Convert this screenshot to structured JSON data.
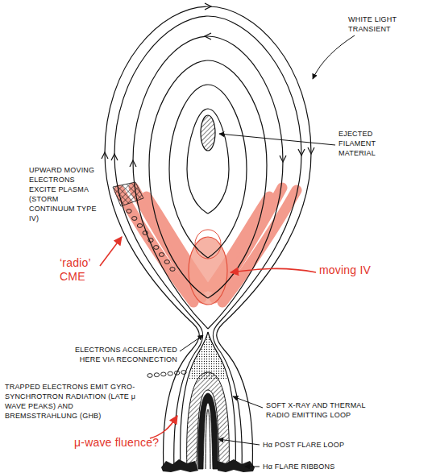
{
  "diagram": {
    "labels": [
      "WHITE LIGHT TRANSIENT",
      "EJECTED FILAMENT MATERIAL",
      "UPWARD MOVING ELECTRONS EXCITE PLASMA (STORM CONTINUUM TYPE IV)",
      "‘radio’ CME",
      "moving IV",
      "ELECTRONS ACCELERATED HERE VIA RECONNECTION",
      "TRAPPED ELECTRONS EMIT GYRO-SYNCHROTRON RADIATION (LATE μ WAVE PEAKS) AND BREMSSTRAHLUNG (GHB)",
      "SOFT X-RAY AND THERMAL RADIO EMITTING LOOP",
      "μ-wave fluence?",
      "Hα POST FLARE LOOP",
      "Hα FLARE RIBBONS"
    ]
  }
}
